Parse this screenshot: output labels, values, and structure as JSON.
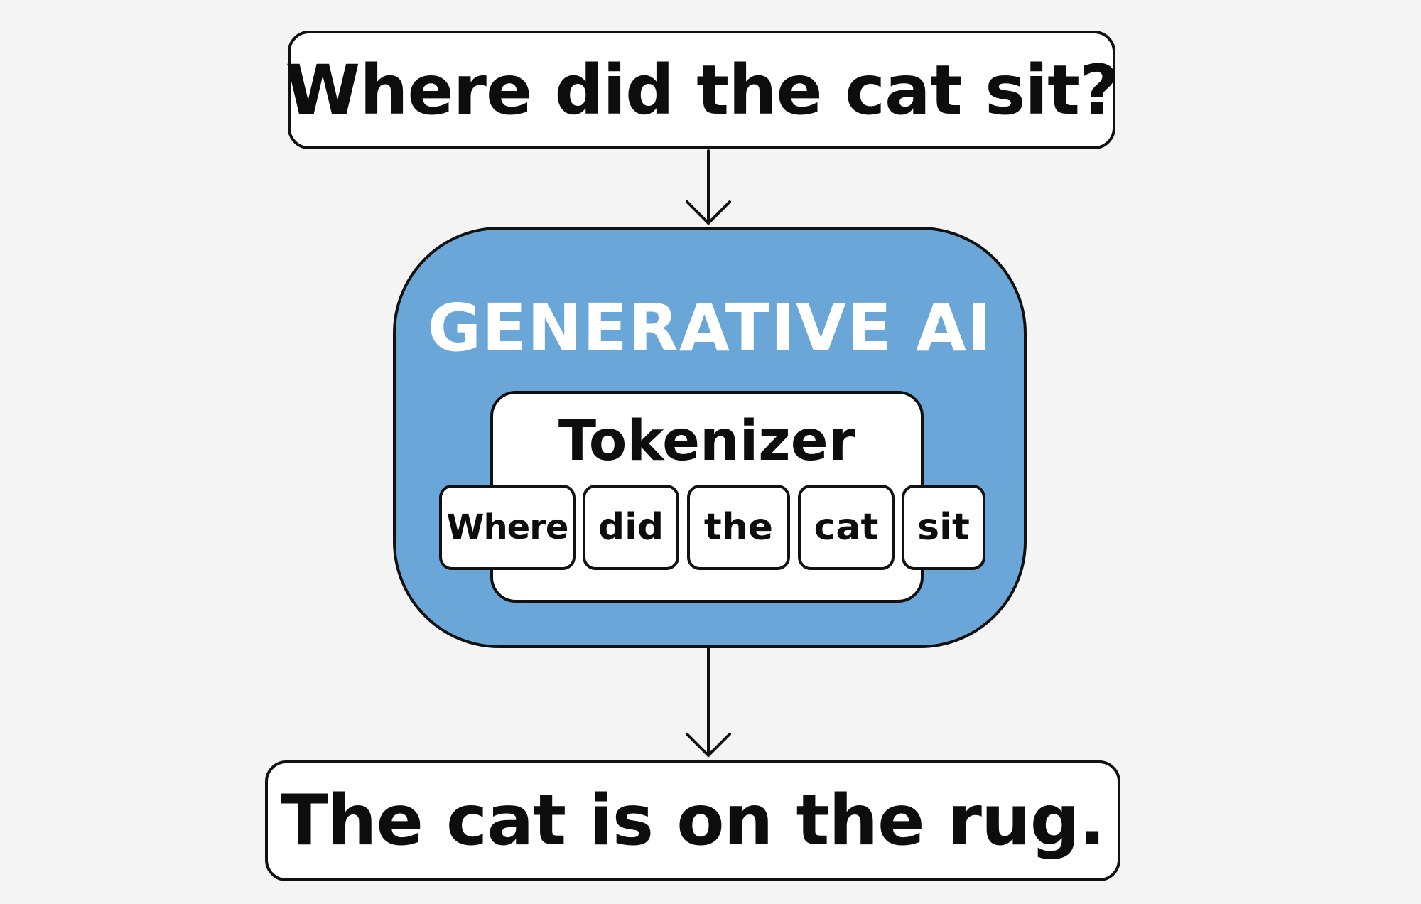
{
  "diagram": {
    "question": "Where did the cat sit?",
    "model_label": "GENERATIVE AI",
    "tokenizer_label": "Tokenizer",
    "tokens": [
      "Where",
      "did",
      "the",
      "cat",
      "sit"
    ],
    "answer": "The cat is on the rug."
  },
  "colors": {
    "background": "#f4f4f4",
    "model_fill": "#6aa6d8",
    "model_text": "#ffffff",
    "box_fill": "#ffffff",
    "stroke": "#111111"
  }
}
